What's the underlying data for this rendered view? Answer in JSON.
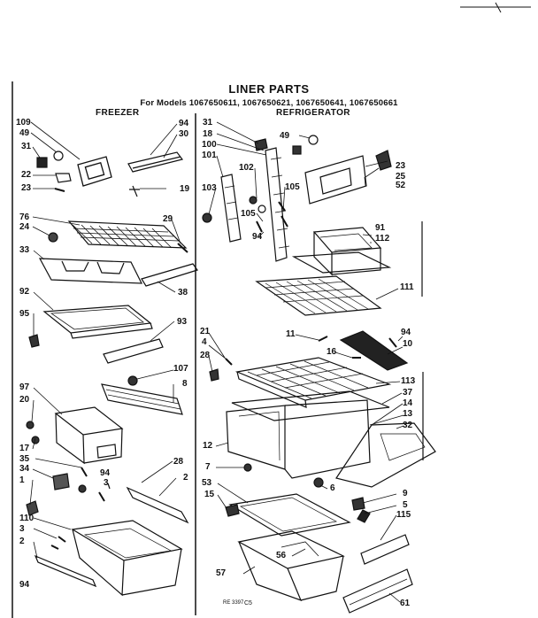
{
  "title": "LINER PARTS",
  "models_line": "For Models 1067650611, 1067650621, 1067650641, 1067650661",
  "sections": {
    "freezer": "FREEZER",
    "refrigerator": "REFRIGERATOR"
  },
  "freezer_callouts": [
    "109",
    "49",
    "31",
    "22",
    "23",
    "94",
    "30",
    "19",
    "76",
    "24",
    "29",
    "33",
    "38",
    "92",
    "95",
    "93",
    "107",
    "8",
    "97",
    "20",
    "17",
    "35",
    "34",
    "28",
    "94",
    "3",
    "1",
    "2",
    "110",
    "3",
    "2",
    "94"
  ],
  "refrigerator_callouts": [
    "31",
    "18",
    "49",
    "100",
    "101",
    "102",
    "103",
    "105",
    "105",
    "94",
    "23",
    "25",
    "52",
    "91",
    "112",
    "111",
    "21",
    "4",
    "28",
    "11",
    "16",
    "94",
    "10",
    "113",
    "37",
    "14",
    "13",
    "32",
    "12",
    "7",
    "6",
    "53",
    "9",
    "5",
    "115",
    "15",
    "56",
    "57",
    "61"
  ],
  "footer_code": "RE 3397",
  "footer_code_2": "C5"
}
